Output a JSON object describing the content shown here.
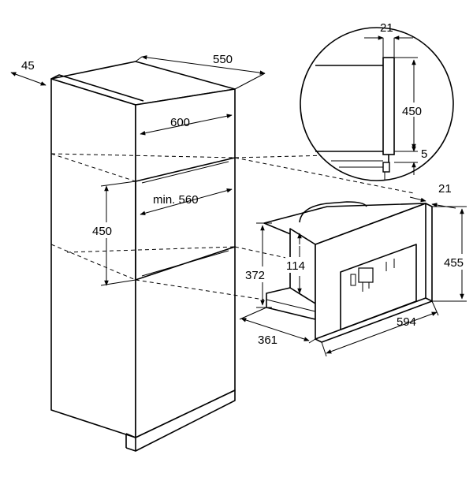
{
  "dimensions": {
    "cabinet_side": "45",
    "cabinet_depth": "550",
    "cabinet_width": "600",
    "niche_width": "min. 560",
    "niche_height": "450",
    "detail_gap_top": "21",
    "detail_height": "450",
    "detail_gap_bottom": "5",
    "frame_depth": "21",
    "appliance_height": "455",
    "body_height": "372",
    "drawer_height": "114",
    "body_depth": "361",
    "appliance_width": "594"
  },
  "colors": {
    "line": "#000000",
    "background": "#ffffff"
  }
}
